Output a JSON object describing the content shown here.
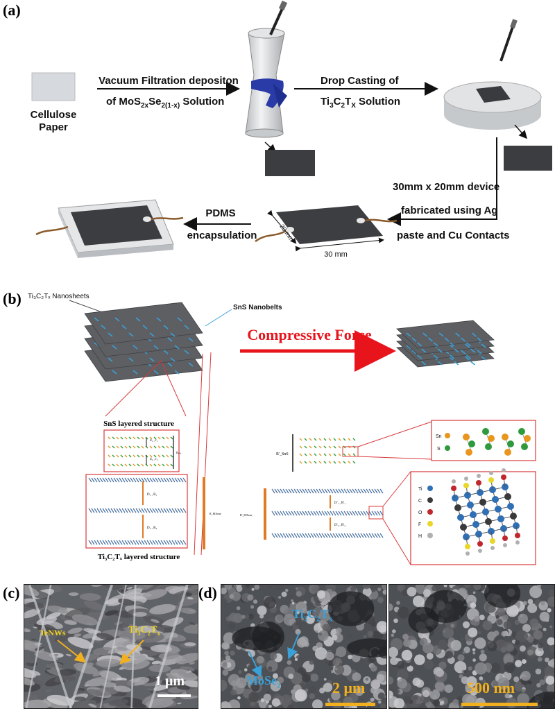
{
  "panels": {
    "a": "(a)",
    "b": "(b)",
    "c": "(c)",
    "d": "(d)"
  },
  "panel_a": {
    "cellulose_line1": "Cellulose",
    "cellulose_line2": "Paper",
    "step1_line1": "Vacuum Filtration depositon",
    "step1_line2_pre": "of  MoS",
    "step1_sub1": "2x",
    "step1_mid": "Se",
    "step1_sub2": "2(1-x)",
    "step1_post": " Solution",
    "step2_line1": "Drop Casting of",
    "step2_pre": "Ti",
    "step2_sub1": "3",
    "step2_mid": "C",
    "step2_sub2": "2",
    "step2_mid2": "T",
    "step2_sub3": "X",
    "step2_post": " Solution",
    "step3_line1": "30mm x 20mm device",
    "step3_line2": "fabricated using Ag",
    "step3_line3": "paste and Cu Contacts",
    "pdms_line1": "PDMS",
    "pdms_line2": "encapsulation",
    "dim_30": "30 mm",
    "dim_20": "20 mm"
  },
  "panel_b": {
    "nanosheets": "Ti₃C₂Tₓ Nanosheets",
    "nanobelts": "SnS Nanobelts",
    "force": "Compressive Force",
    "sns_structure": "SnS layered structure",
    "mxene_structure": "Ti₃C₂Tₓ layered structure",
    "sns_legend": [
      "Sn",
      "S"
    ],
    "mxene_legend": [
      "Ti",
      "C",
      "O",
      "F",
      "H"
    ],
    "labels": {
      "d1r1": "d₁ , r₁",
      "d2r2": "d₂ , r₂",
      "rsns": "Rₛₙₛ",
      "D1R1": "D₁ , R₁",
      "D2R2": "D₂ , R₂",
      "rmx": "R_MXene",
      "rmx2": "R'_MXene",
      "rsns2": "R'_SnS",
      "D1R1p": "D'₁ , R'₁",
      "D2R2p": "D'₂ , R'₂"
    },
    "colors": {
      "Sn": "#e8961e",
      "S": "#2f9a3d",
      "Ti": "#2f6fb5",
      "C": "#3a3a3a",
      "O": "#c0272d",
      "F": "#e8d72a",
      "H": "#b0b0b0",
      "arrow": "#e8141c",
      "frame": "#d9383a",
      "belt": "#3aa0d8",
      "sheet": "#5d5f63"
    }
  },
  "panel_c": {
    "tenws": "TeNWs",
    "ti_pre": "Ti",
    "ti_sub1": "3",
    "ti_mid": "C",
    "ti_sub2": "2",
    "ti_mid2": "T",
    "ti_sub3": "x",
    "scale": "1 μm"
  },
  "panel_d": {
    "ti_pre": "Ti",
    "ti_sub1": "3",
    "ti_mid": "C",
    "ti_sub2": "2",
    "ti_mid2": "T",
    "ti_sub3": "x",
    "mose_pre": "MoSe",
    "mose_sub": "2",
    "scale1": "2 μm",
    "scale2": "500 nm"
  }
}
